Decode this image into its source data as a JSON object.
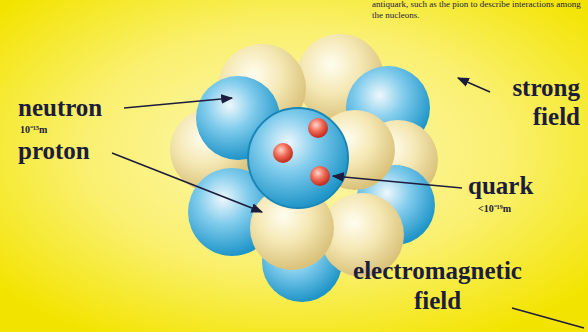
{
  "diagram": {
    "labels": [
      "neutron",
      "10⁻¹⁵m",
      "proton",
      "strong field",
      "quark",
      "<10⁻¹⁹m",
      "electromagnetic field",
      "antiquark, such as the pion to describe interactions among the nucleons."
    ]
  }
}
